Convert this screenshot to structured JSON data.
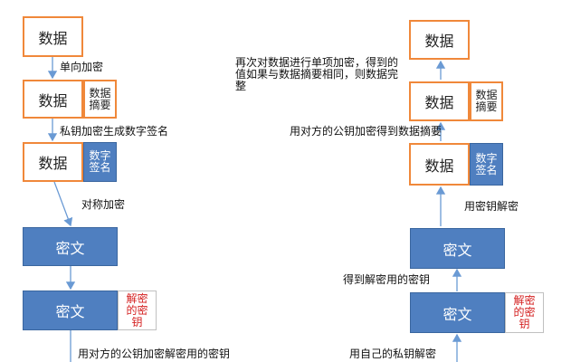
{
  "left": {
    "data1": "数据",
    "step1": "单向加密",
    "data2": "数据",
    "digest2": "数据\n摘要",
    "step2": "私钥加密生成数字签名",
    "data3": "数据",
    "signature3": "数字\n签名",
    "step3": "对称加密",
    "cipher1": "密文",
    "cipher2": "密文",
    "key2": "解密\n的密\n钥",
    "step4": "用对方的公钥加密解密用的密钥"
  },
  "right": {
    "data1": "数据",
    "note": "再次对数据进行单项加密，得到的值如果与数据摘要相同，则数据完整",
    "data2": "数据",
    "digest2": "数据\n摘要",
    "step2": "用对方的公钥加密得到数据摘要",
    "data3": "数据",
    "signature3": "数字\n签名",
    "step3": "用密钥解密",
    "cipher1": "密文",
    "step4": "得到解密用的密钥",
    "cipher2": "密文",
    "key2": "解密\n的密\n钥",
    "step5": "用自己的私钥解密"
  },
  "colors": {
    "orange_border": "#f0883a",
    "blue_fill": "#4f7fc0",
    "key_text": "#d42020",
    "arrow": "#6a9ad4"
  }
}
